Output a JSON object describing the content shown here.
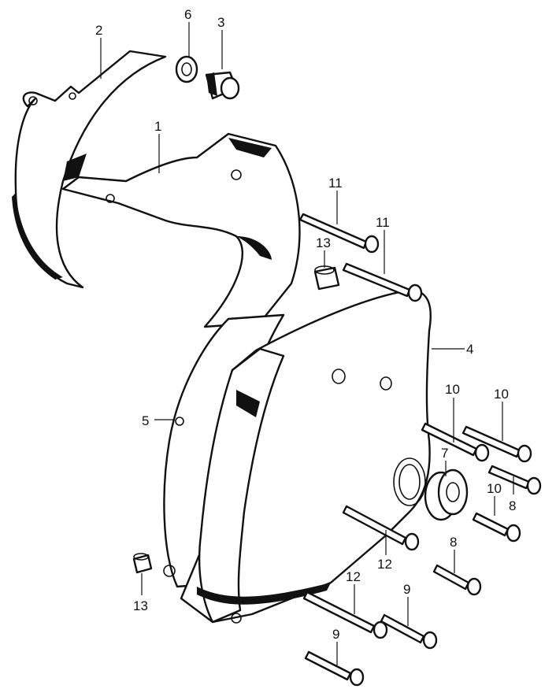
{
  "callouts": {
    "c1": "1",
    "c2": "2",
    "c3": "3",
    "c4": "4",
    "c5": "5",
    "c6": "6",
    "c7": "7",
    "c8a": "8",
    "c8b": "8",
    "c9a": "9",
    "c9b": "9",
    "c10a": "10",
    "c10b": "10",
    "c10c": "10",
    "c11a": "11",
    "c11b": "11",
    "c12a": "12",
    "c12b": "12",
    "c13a": "13",
    "c13b": "13"
  },
  "colors": {
    "line": "#111111",
    "background": "#ffffff"
  }
}
